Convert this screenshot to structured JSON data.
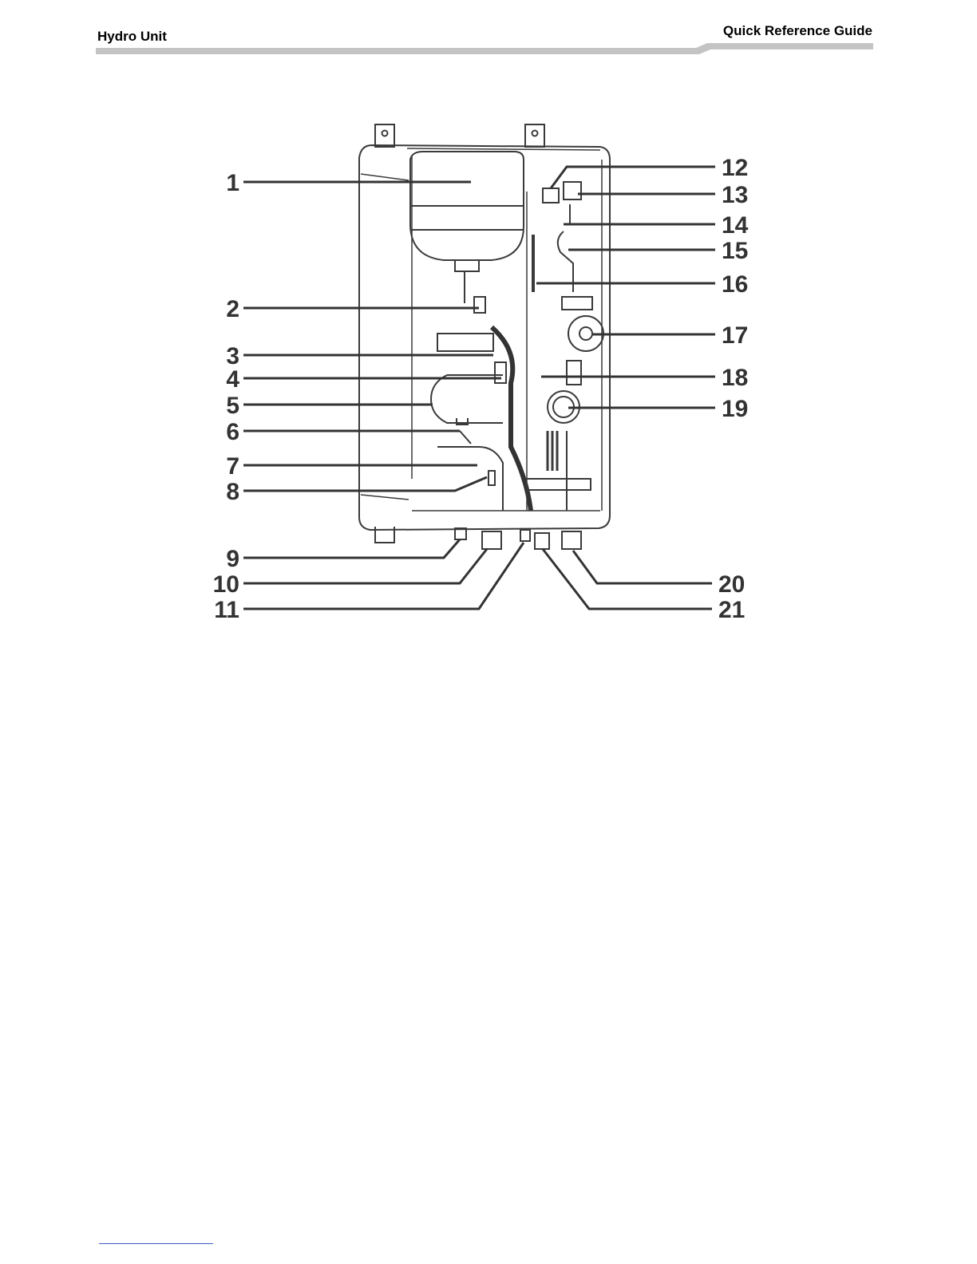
{
  "header": {
    "left_title": "Hydro Unit",
    "right_title": "Quick Reference Guide"
  },
  "diagram": {
    "callouts": [
      "1",
      "2",
      "3",
      "4",
      "5",
      "6",
      "7",
      "8",
      "9",
      "10",
      "11",
      "12",
      "13",
      "14",
      "15",
      "16",
      "17",
      "18",
      "19",
      "20",
      "21"
    ]
  },
  "colors": {
    "header_bar": "#c4c4c4",
    "line": "#3a3a3a",
    "callout_text": "#333333",
    "footer_line": "#3b5bc4"
  }
}
